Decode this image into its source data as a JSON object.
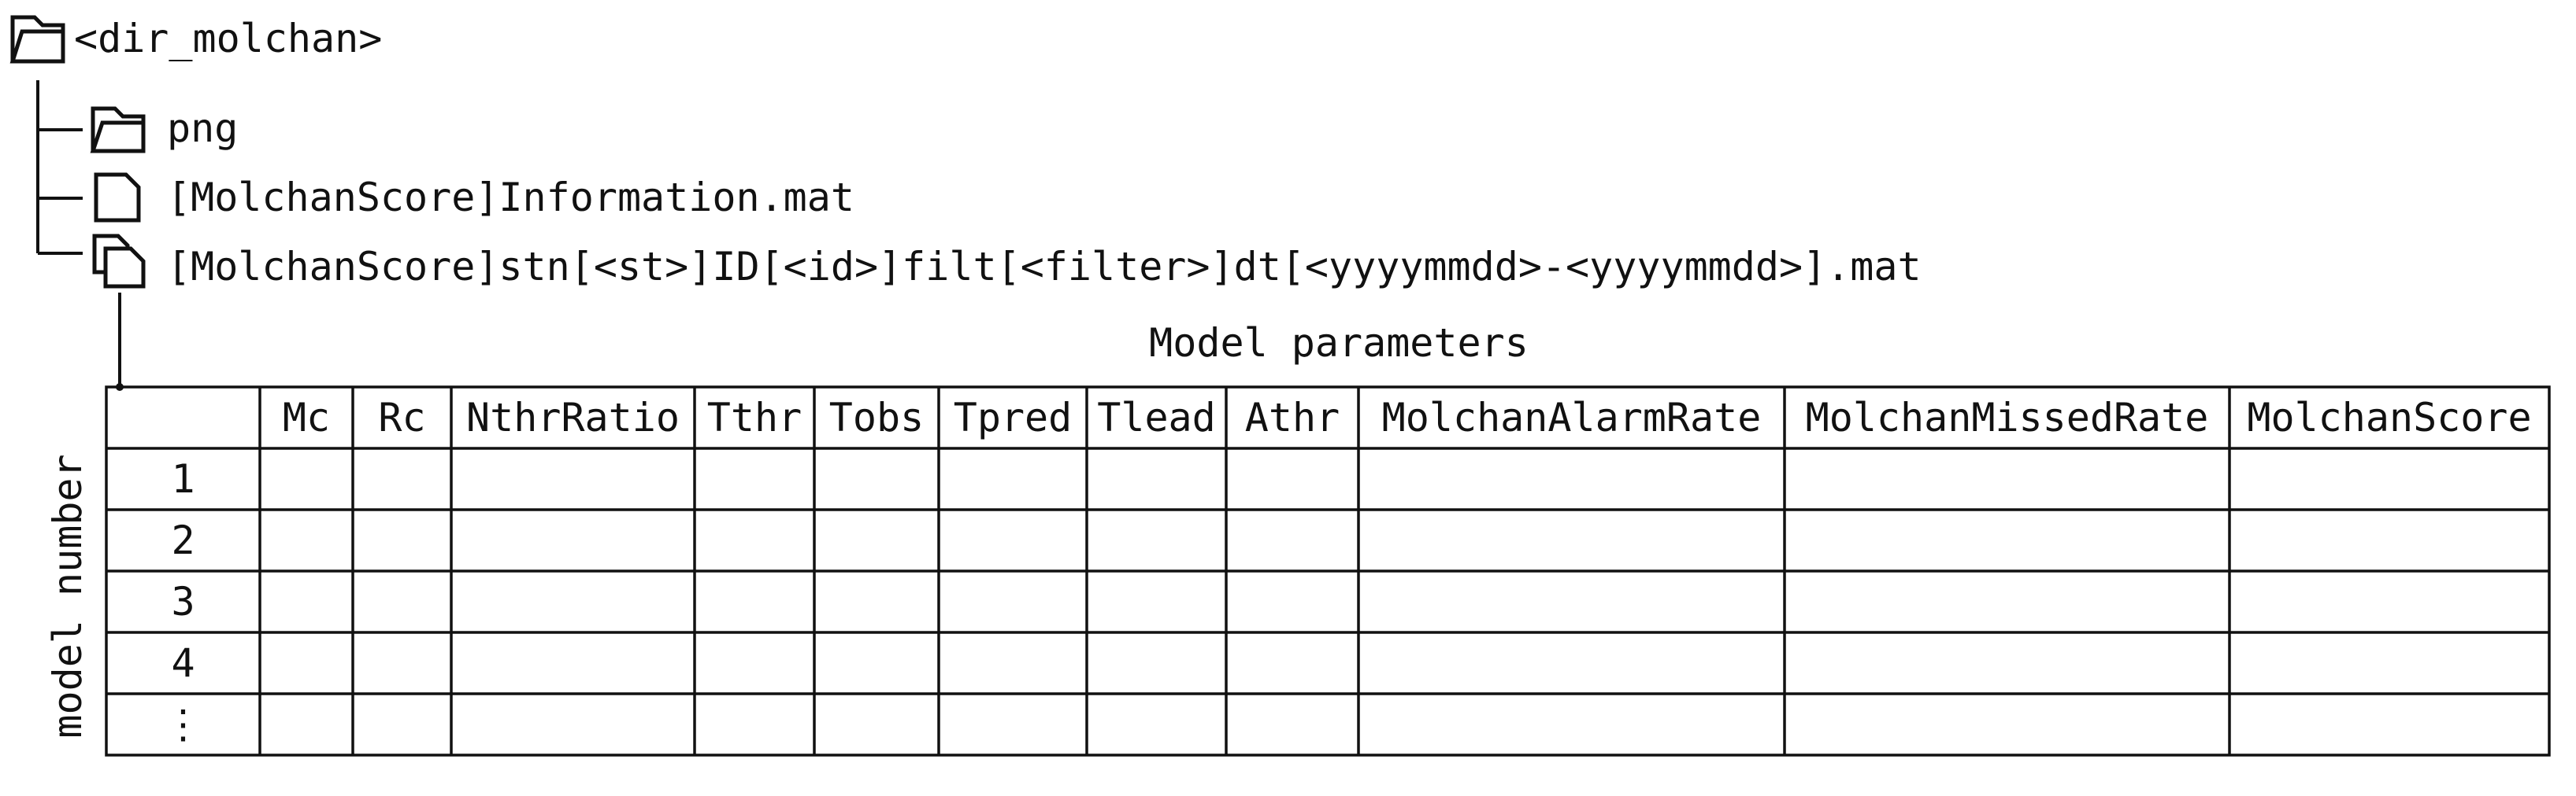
{
  "tree": {
    "root_label": "<dir_molchan>",
    "children": [
      {
        "kind": "folder",
        "label": "png"
      },
      {
        "kind": "file",
        "label": "[MolchanScore]Information.mat"
      },
      {
        "kind": "files",
        "label": "[MolchanScore]stn[<st>]ID[<id>]filt[<filter>]dt[<yyyymmdd>-<yyyymmdd>].mat"
      }
    ]
  },
  "table": {
    "column_group_title": "Model parameters",
    "row_axis_label": "model number",
    "columns": [
      "Mc",
      "Rc",
      "NthrRatio",
      "Tthr",
      "Tobs",
      "Tpred",
      "Tlead",
      "Athr",
      "MolchanAlarmRate",
      "MolchanMissedRate",
      "MolchanScore"
    ],
    "rows": [
      "1",
      "2",
      "3",
      "4",
      "⋮"
    ]
  }
}
